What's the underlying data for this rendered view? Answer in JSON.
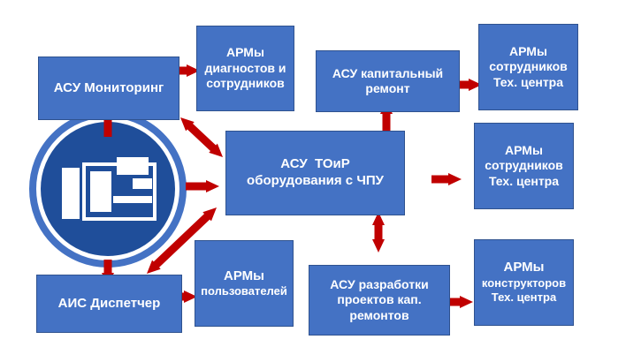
{
  "colors": {
    "box_fill": "#4472c4",
    "box_border": "#2f528f",
    "arrow": "#c00000",
    "icon_dark": "#1f4e9a"
  },
  "nodes": {
    "asu_monitoring": {
      "lines": [
        "АСУ Мониторинг"
      ]
    },
    "arm_diagnostics": {
      "lines": [
        "АРМы",
        "диагностов и",
        "сотрудников"
      ]
    },
    "asu_capital_repair": {
      "lines": [
        "АСУ капитальный",
        "ремонт"
      ]
    },
    "arm_tech_center_top": {
      "lines": [
        "АРМы",
        "сотрудников",
        "Тех. центра"
      ]
    },
    "asu_toir": {
      "lines": [
        "АСУ  ТОиР",
        "оборудования с ЧПУ"
      ]
    },
    "arm_tech_center_mid": {
      "lines": [
        "АРМы",
        "сотрудников",
        "Тех. центра"
      ]
    },
    "ais_dispatcher": {
      "lines": [
        "АИС Диспетчер"
      ]
    },
    "arm_users": {
      "lines": [
        "АРМы",
        "пользователей"
      ]
    },
    "asu_capital_projects": {
      "lines": [
        "АСУ разработки",
        "проектов кап.",
        "ремонтов"
      ]
    },
    "arm_designers": {
      "lines": [
        "АРМы",
        "конструкторов",
        "Тех. центра"
      ]
    }
  },
  "central_icon": {
    "icon": "cnc-machine-icon"
  }
}
